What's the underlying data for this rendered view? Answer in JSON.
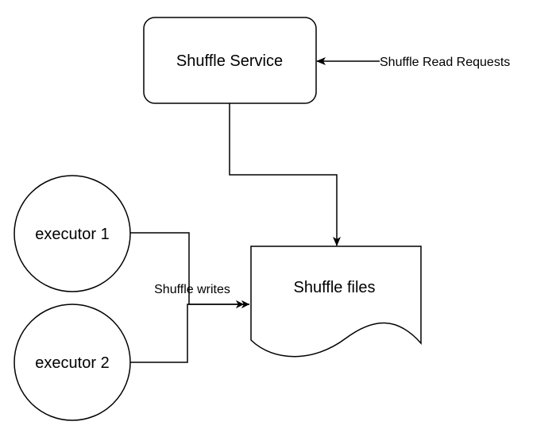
{
  "diagram": {
    "nodes": {
      "shuffle_service": "Shuffle Service",
      "executor_1": "executor 1",
      "executor_2": "executor 2",
      "shuffle_files": "Shuffle files"
    },
    "edges": {
      "read_requests": "Shuffle Read Requests",
      "writes": "Shuffle writes"
    }
  }
}
